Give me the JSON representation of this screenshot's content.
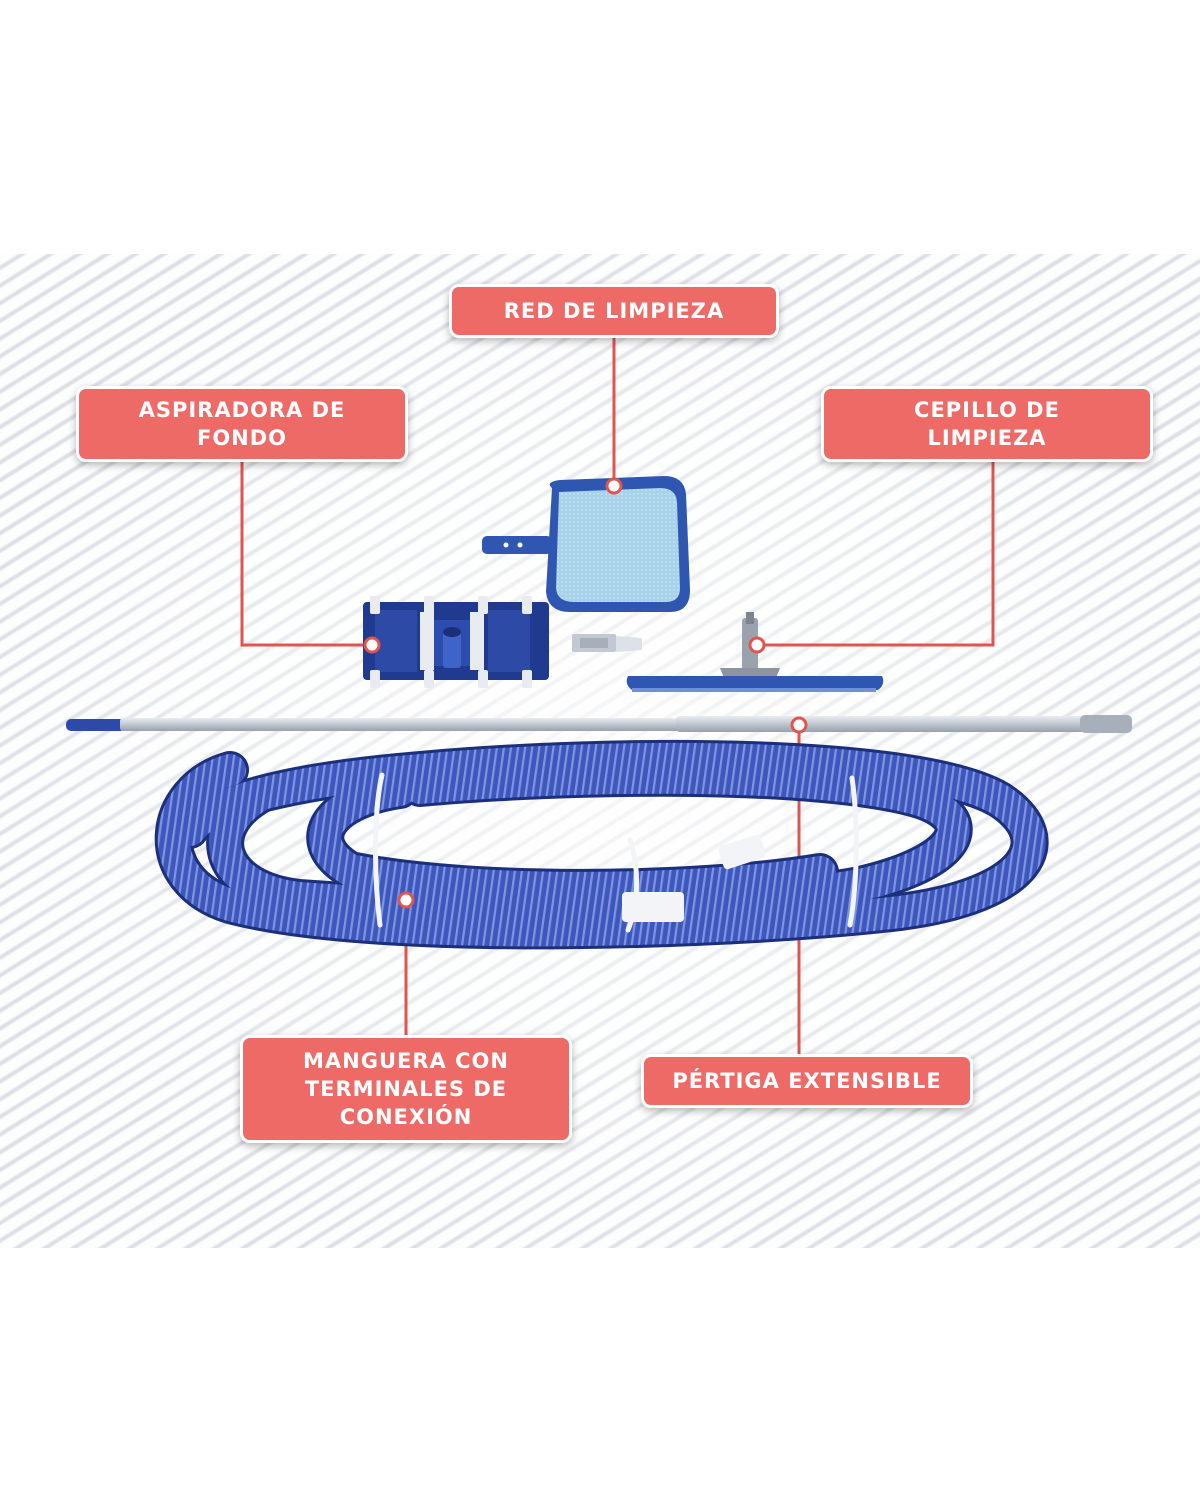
{
  "labels": {
    "red": [
      "RED DE LIMPIEZA"
    ],
    "aspiradora": [
      "ASPIRADORA DE",
      "FONDO"
    ],
    "cepillo": [
      "CEPILLO DE",
      "LIMPIEZA"
    ],
    "manguera": [
      "MANGUERA CON",
      "TERMINALES DE",
      "CONEXIÓN"
    ],
    "pertiga": [
      "PÉRTIGA EXTENSIBLE"
    ]
  },
  "colors": {
    "label_fill": "#ee6a66",
    "leader_line": "#e05550",
    "hose": "#3d55b8",
    "net_frame": "#2f56b0",
    "net_mesh": "#a9d4ec",
    "pole": "#c9d0d8"
  }
}
